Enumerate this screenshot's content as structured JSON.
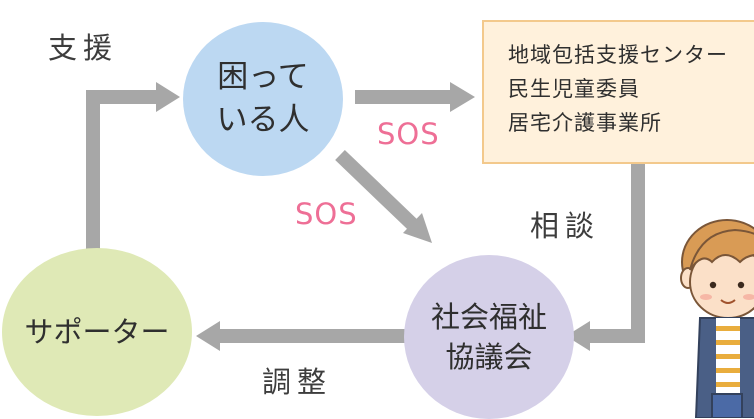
{
  "nodes": {
    "person": "困って\nいる人",
    "council": "社会福祉\n協議会",
    "supporter": "サポーター"
  },
  "box_items": [
    "地域包括支援センター",
    "民生児童委員",
    "居宅介護事業所"
  ],
  "labels": {
    "support": "支援",
    "sos_right": "SOS",
    "sos_diag": "SOS",
    "consult": "相談",
    "adjust": "調整"
  },
  "colors": {
    "arrow": "#a7a7a7",
    "person_fill": "#bcd8f2",
    "council_fill": "#d5d0e8",
    "supporter_fill": "#dfe9b6",
    "sos": "#ee6f96",
    "box_fill": "#fff1dc",
    "box_border": "#f3c98c"
  }
}
